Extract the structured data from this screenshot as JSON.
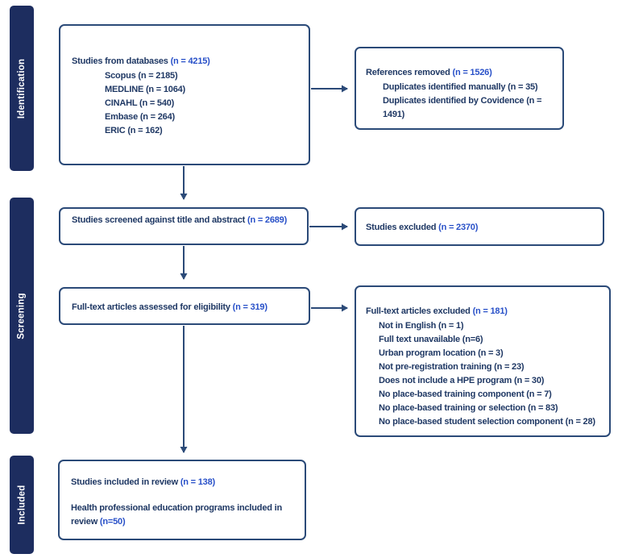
{
  "diagram": {
    "type": "flow-diagram",
    "colors": {
      "box_border": "#2b4a78",
      "arrow": "#2b4a78",
      "text_navy": "#1f3864",
      "count_blue": "#2850c8",
      "stage_bar_bg": "#1d2d5f",
      "stage_bar_text": "#ffffff",
      "background": "#ffffff"
    }
  },
  "sidebar": {
    "stages": [
      {
        "label": "Identification"
      },
      {
        "label": "Screening"
      },
      {
        "label": "Included"
      }
    ]
  },
  "boxes": {
    "databases": {
      "title": "Studies from databases ",
      "count": "(n = 4215)",
      "items": [
        "Scopus (n = 2185)",
        "MEDLINE (n = 1064)",
        "CINAHL (n = 540)",
        "Embase (n = 264)",
        "ERIC (n = 162)"
      ]
    },
    "references_removed": {
      "title": "References removed ",
      "count": "(n = 1526)",
      "items": [
        "Duplicates identified manually (n = 35)",
        "Duplicates identified by Covidence (n = 1491)"
      ]
    },
    "screened": {
      "title": "Studies screened against title and abstract ",
      "count": "(n = 2689)"
    },
    "excluded_title_abstract": {
      "title": "Studies excluded ",
      "count": "(n = 2370)"
    },
    "fulltext_assessed": {
      "title": "Full-text articles assessed for eligibility ",
      "count": "(n = 319)"
    },
    "fulltext_excluded": {
      "title": "Full-text articles excluded ",
      "count": "(n = 181)",
      "items": [
        "Not in English (n = 1)",
        "Full text unavailable (n=6)",
        "Urban program location (n = 3)",
        "Not pre-registration training (n = 23)",
        "Does not include a HPE program (n = 30)",
        "No place-based training component (n = 7)",
        "No place-based training or selection (n = 83)",
        "No place-based student selection component (n = 28)"
      ]
    },
    "included": {
      "line1_title": "Studies included in review ",
      "line1_count": "(n = 138)",
      "line2_title": "Health professional education programs included in review ",
      "line2_count": "(n=50)"
    }
  }
}
